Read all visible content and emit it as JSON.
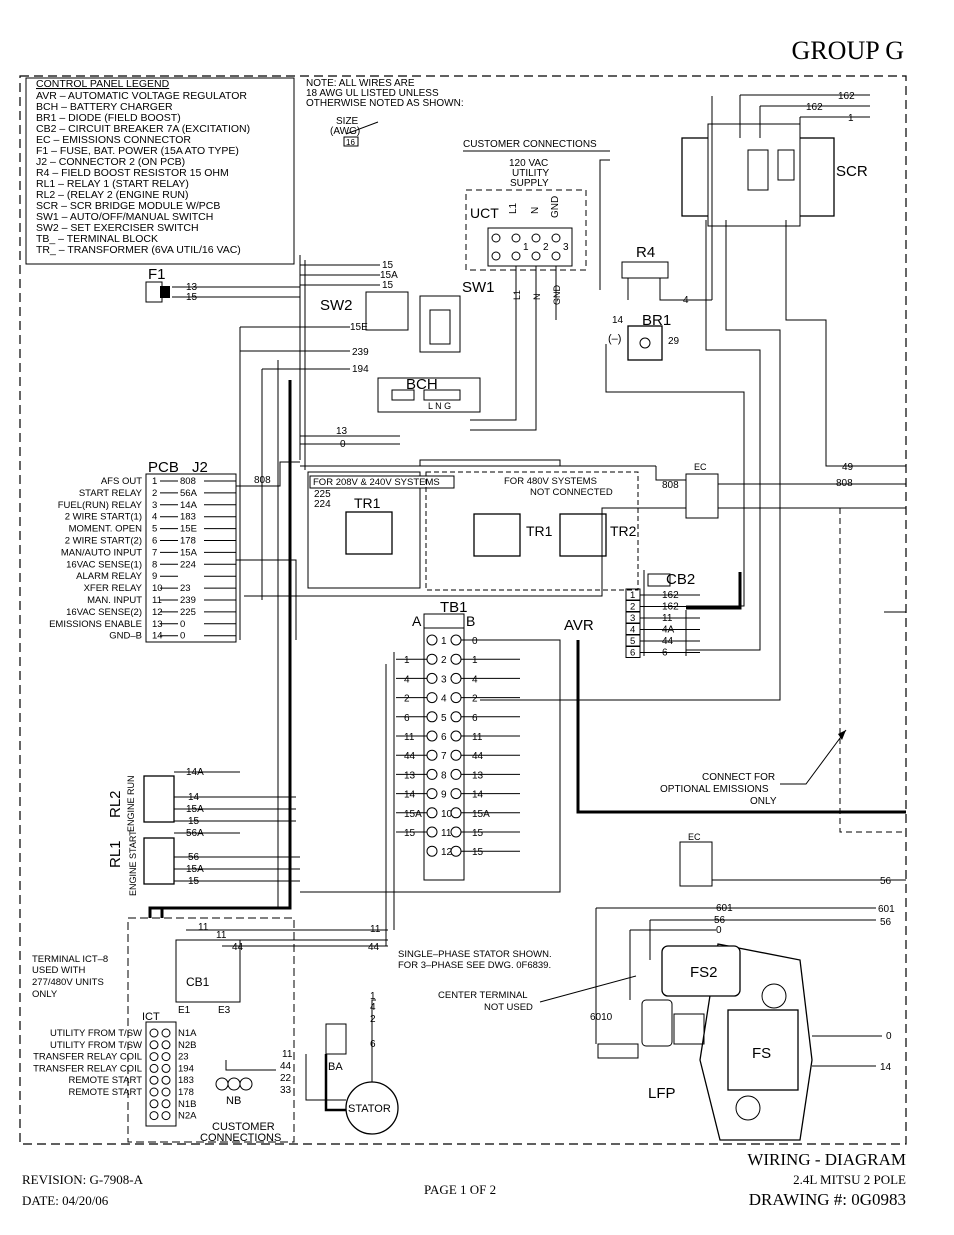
{
  "header": {
    "group": "GROUP G"
  },
  "legend": {
    "title": "CONTROL PANEL LEGEND",
    "items": [
      "AVR  –  AUTOMATIC VOLTAGE REGULATOR",
      "BCH  –  BATTERY CHARGER",
      "BR1  –  DIODE (FIELD BOOST)",
      "CB2  –  CIRCUIT BREAKER 7A (EXCITATION)",
      "EC  –  EMISSIONS CONNECTOR",
      "F1  –  FUSE, BAT. POWER (15A ATO TYPE)",
      "J2  –  CONNECTOR 2 (ON PCB)",
      "R4  –  FIELD BOOST RESISTOR 15 OHM",
      "RL1  –  RELAY 1 (START RELAY)",
      "RL2  –  (RELAY 2 (ENGINE RUN)",
      "SCR  –  SCR BRIDGE MODULE W/PCB",
      "SW1  –  AUTO/OFF/MANUAL SWITCH",
      "SW2  –  SET EXERCISER SWITCH",
      "TB_  –  TERMINAL BLOCK",
      "TR_  –  TRANSFORMER (6VA UTIL/16 VAC)"
    ]
  },
  "note": {
    "lines": [
      "NOTE: ALL WIRES ARE",
      "18 AWG UL LISTED UNLESS",
      "OTHERWISE NOTED AS SHOWN:"
    ],
    "size_label": "SIZE",
    "awg_label": "(AWG)",
    "awg_value": "16"
  },
  "customer_connections_top": {
    "title": "CUSTOMER CONNECTIONS",
    "supply": [
      "120 VAC",
      "UTILITY",
      "SUPPLY"
    ],
    "block": "UCT",
    "terminals": [
      "L1",
      "N",
      "GND"
    ],
    "numbers": [
      "1",
      "2",
      "3"
    ],
    "wire_labels": [
      "L1",
      "N",
      "GND"
    ]
  },
  "components": {
    "scr": "SCR",
    "r4": "R4",
    "br1": "BR1",
    "br1_minus": "(–)",
    "f1": "F1",
    "sw1": "SW1",
    "sw2": "SW2",
    "bch": "BCH",
    "pcb": "PCB",
    "j2": "J2",
    "tr1": "TR1",
    "tr2": "TR2",
    "tb1": "TB1",
    "tb1_a": "A",
    "tb1_b": "B",
    "avr": "AVR",
    "ec": "EC",
    "cb2": "CB2",
    "cb1": "CB1",
    "ict": "ICT",
    "nb": "NB",
    "ba": "BA",
    "stator": "STATOR",
    "fs2": "FS2",
    "fs": "FS",
    "lfp": "LFP",
    "rl2": "RL2",
    "rl2_sub": "ENGINE RUN",
    "rl1": "RL1",
    "rl1_sub": "ENGINE START",
    "cb1_e1": "E1",
    "cb1_e3": "E3",
    "bch_lng": "L N G"
  },
  "tr_box_208": "FOR 208V & 240V SYSTEMS",
  "tr_box_480": [
    "FOR 480V SYSTEMS",
    "NOT CONNECTED"
  ],
  "pcb_pins": [
    {
      "label": "AFS OUT",
      "pin": "1",
      "wire": "808"
    },
    {
      "label": "START RELAY",
      "pin": "2",
      "wire": "56A"
    },
    {
      "label": "FUEL(RUN) RELAY",
      "pin": "3",
      "wire": "14A"
    },
    {
      "label": "2 WIRE START(1)",
      "pin": "4",
      "wire": "183"
    },
    {
      "label": "MOMENT. OPEN",
      "pin": "5",
      "wire": "15E"
    },
    {
      "label": "2 WIRE START(2)",
      "pin": "6",
      "wire": "178"
    },
    {
      "label": "MAN/AUTO INPUT",
      "pin": "7",
      "wire": "15A"
    },
    {
      "label": "16VAC SENSE(1)",
      "pin": "8",
      "wire": "224"
    },
    {
      "label": "ALARM RELAY",
      "pin": "9",
      "wire": ""
    },
    {
      "label": "XFER RELAY",
      "pin": "10",
      "wire": "23"
    },
    {
      "label": "MAN. INPUT",
      "pin": "11",
      "wire": "239"
    },
    {
      "label": "16VAC SENSE(2)",
      "pin": "12",
      "wire": "225"
    },
    {
      "label": "EMISSIONS ENABLE",
      "pin": "13",
      "wire": "0"
    },
    {
      "label": "GND–B",
      "pin": "14",
      "wire": "0"
    }
  ],
  "tb1_rows": [
    {
      "n": "1",
      "left": "",
      "right": "0"
    },
    {
      "n": "2",
      "left": "1",
      "right": "1"
    },
    {
      "n": "3",
      "left": "4",
      "right": "4"
    },
    {
      "n": "4",
      "left": "2",
      "right": "2"
    },
    {
      "n": "5",
      "left": "6",
      "right": "6"
    },
    {
      "n": "6",
      "left": "11",
      "right": "11"
    },
    {
      "n": "7",
      "left": "44",
      "right": "44"
    },
    {
      "n": "8",
      "left": "13",
      "right": "13"
    },
    {
      "n": "9",
      "left": "14",
      "right": "14"
    },
    {
      "n": "10",
      "left": "15A",
      "right": "15A"
    },
    {
      "n": "11",
      "left": "15",
      "right": "15"
    },
    {
      "n": "12",
      "left": "",
      "right": "15"
    }
  ],
  "cb2_pins": [
    {
      "n": "1",
      "wire": "162"
    },
    {
      "n": "2",
      "wire": "162"
    },
    {
      "n": "3",
      "wire": "11"
    },
    {
      "n": "4",
      "wire": "4A"
    },
    {
      "n": "5",
      "wire": "44"
    },
    {
      "n": "6",
      "wire": "6"
    }
  ],
  "ict_rows": [
    {
      "label": "UTILITY FROM T/SW",
      "wire": "N1A"
    },
    {
      "label": "UTILITY FROM T/SW",
      "wire": "N2B"
    },
    {
      "label": "TRANSFER RELAY COIL",
      "wire": "23"
    },
    {
      "label": "TRANSFER RELAY COIL",
      "wire": "194"
    },
    {
      "label": "REMOTE START",
      "wire": "183"
    },
    {
      "label": "REMOTE START",
      "wire": "178"
    },
    {
      "label": "",
      "wire": "N1B"
    },
    {
      "label": "",
      "wire": "N2A"
    }
  ],
  "ict_note": [
    "TERMINAL ICT–8",
    "USED WITH",
    "277/480V UNITS",
    "ONLY"
  ],
  "ict_bottom": [
    "CUSTOMER",
    "CONNECTIONS"
  ],
  "stator_note": [
    "SINGLE–PHASE STATOR SHOWN.",
    "FOR 3–PHASE SEE DWG. 0F6839."
  ],
  "center_note": [
    "CENTER TERMINAL",
    "NOT USED"
  ],
  "emissions_note": [
    "CONNECT FOR",
    "OPTIONAL EMISSIONS",
    "ONLY"
  ],
  "wires": {
    "w162": "162",
    "w1": "1",
    "w4a": "4A",
    "w6": "6",
    "w4": "4",
    "w14": "14",
    "w29": "29",
    "w13": "13",
    "w15": "15",
    "w15a": "15A",
    "w15e": "15E",
    "w239": "239",
    "w194": "194",
    "w0": "0",
    "w808": "808",
    "w49": "49",
    "w225": "225",
    "w224": "224",
    "w56": "56",
    "w14a": "14A",
    "w56a": "56A",
    "w601": "601",
    "w6010": "6010",
    "w11": "11",
    "w44": "44",
    "w2": "2",
    "w22": "22",
    "w33": "33",
    "w16": "16"
  },
  "footer": {
    "revision": "REVISION: G-7908-A",
    "date": "DATE: 04/20/06",
    "page": "PAGE 1 OF 2",
    "title": "WIRING - DIAGRAM",
    "subtitle": "2.4L MITSU 2 POLE",
    "drawing": "DRAWING #: 0G0983"
  }
}
